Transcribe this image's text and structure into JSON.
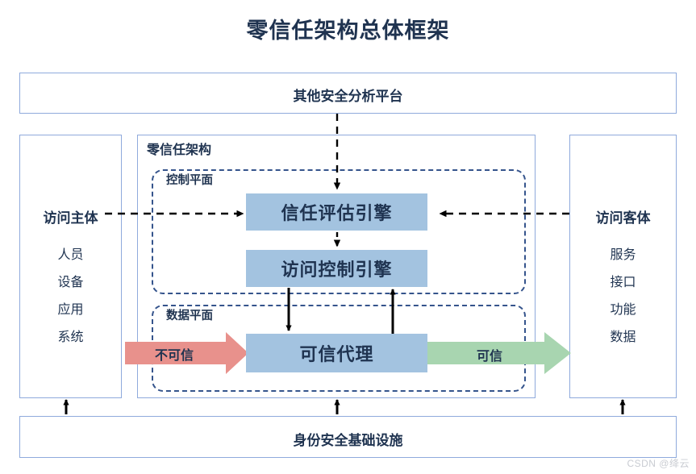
{
  "title": "零信任架构总体框架",
  "top_box": {
    "label": "其他安全分析平台"
  },
  "left_panel": {
    "title": "访问主体",
    "items": [
      "人员",
      "设备",
      "应用",
      "系统"
    ]
  },
  "right_panel": {
    "title": "访问客体",
    "items": [
      "服务",
      "接口",
      "功能",
      "数据"
    ]
  },
  "center": {
    "container_label": "零信任架构",
    "control_plane": {
      "label": "控制平面",
      "boxes": [
        "信任评估引擎",
        "访问控制引擎"
      ]
    },
    "data_plane": {
      "label": "数据平面",
      "boxes": [
        "可信代理"
      ]
    }
  },
  "flow_labels": {
    "untrusted": "不可信",
    "trusted": "可信"
  },
  "bottom_box": {
    "label": "身份安全基础设施"
  },
  "watermark": "CSDN @绛云",
  "colors": {
    "box_border": "#8faadc",
    "engine_fill": "#a3c3e0",
    "plane_dash": "#35548c",
    "untrusted_arrow": "#e8918c",
    "trusted_arrow": "#a8d5b0",
    "text": "#1f3350"
  }
}
